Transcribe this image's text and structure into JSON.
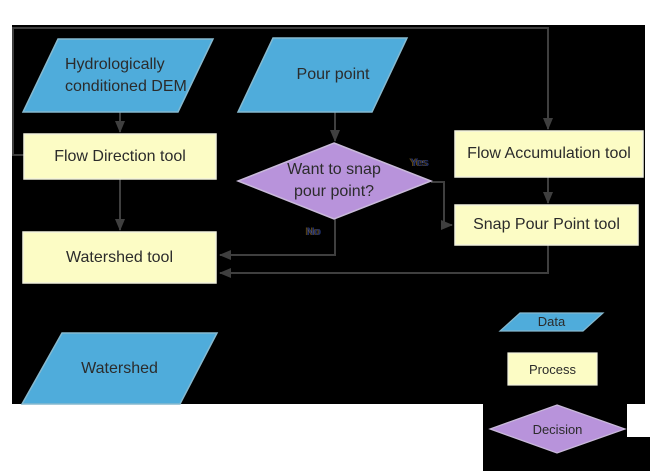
{
  "colors": {
    "canvas_background": "#000000",
    "page_background": "#ffffff",
    "data_fill": "#4facdb",
    "data_stroke": "#86b9cf",
    "process_fill": "#fcfcc5",
    "process_stroke": "#f2f2de",
    "decision_fill": "#b893db",
    "decision_stroke": "#c9bada",
    "connector": "#3f3f3f",
    "label_text": "#2b2b2b"
  },
  "nodes": {
    "dem": "Hydrologically conditioned DEM",
    "pour_point": "Pour point",
    "flow_direction": "Flow Direction tool",
    "flow_accumulation": "Flow Accumulation tool",
    "snap_pour_point": "Snap Pour Point tool",
    "watershed_tool": "Watershed tool",
    "decision": "Want to snap pour point?",
    "watershed": "Watershed"
  },
  "edge_labels": {
    "yes": "Yes",
    "no": "No"
  },
  "legend": {
    "data": "Data",
    "process": "Process",
    "decision": "Decision"
  }
}
